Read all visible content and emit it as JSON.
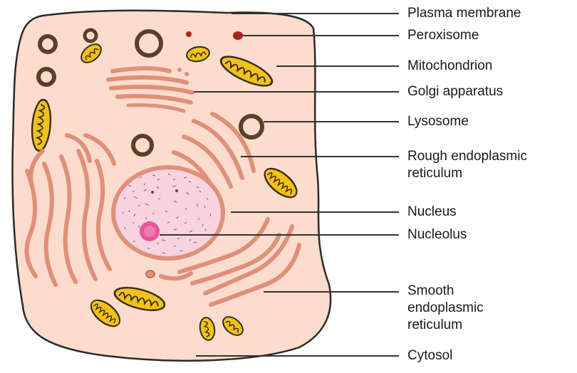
{
  "labels": {
    "plasma_membrane": "Plasma membrane",
    "peroxisome": "Peroxisome",
    "mitochondrion": "Mitochondrion",
    "golgi_apparatus": "Golgi apparatus",
    "lysosome": "Lysosome",
    "rough_er_line1": "Rough endoplasmic",
    "rough_er_line2": "reticulum",
    "nucleus": "Nucleus",
    "nucleolus": "Nucleolus",
    "smooth_er_line1": "Smooth",
    "smooth_er_line2": "endoplasmic",
    "smooth_er_line3": "reticulum",
    "cytosol": "Cytosol"
  },
  "colors": {
    "cytoplasm": "#fbdccd",
    "membrane": "#2a2a2a",
    "er": "#e08f79",
    "er_stroke": "#b95c48",
    "nucleus": "#f8d3e0",
    "nucleolus": "#e9559a",
    "mitochondrion": "#f2c21b",
    "lysosome": "#5a4025",
    "peroxisome": "#a6271f",
    "leader": "#333333"
  }
}
